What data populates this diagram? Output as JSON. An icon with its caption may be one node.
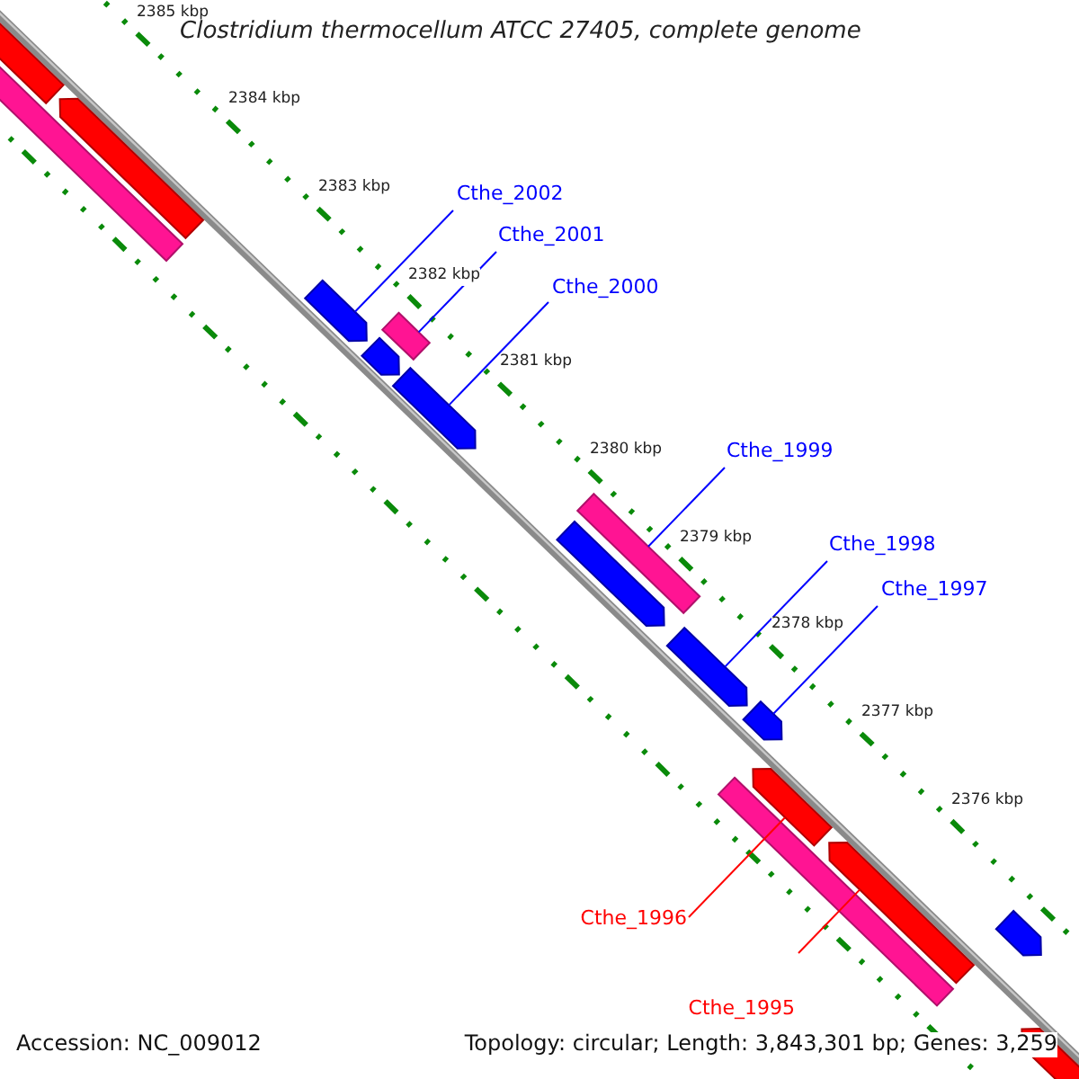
{
  "diagram": {
    "title": "Clostridium thermocellum ATCC 27405, complete genome",
    "nodes": [
      {
        "text": [
          "Cthe_2002"
        ]
      },
      {
        "text": [],
        "shape": "arrow"
      },
      {
        "text": [
          "Cthe_2001"
        ]
      },
      {
        "text": [],
        "shape": "bar"
      },
      {
        "text": [
          "Cthe_2000"
        ]
      },
      {
        "text": [],
        "shape": "arrow"
      },
      {
        "text": [
          "Cthe_1999"
        ]
      },
      {
        "text": [],
        "shape": "bar"
      },
      {
        "text": [
          "Cthe_1998"
        ]
      },
      {
        "text": [],
        "shape": "arrow"
      },
      {
        "text": [
          "Cthe_1997"
        ]
      },
      {
        "text": [],
        "shape": "arrow"
      },
      {
        "text": [
          "Cthe_1996"
        ]
      },
      {
        "text": [],
        "shape": "arrow"
      },
      {
        "text": [
          "Cthe_1995"
        ]
      },
      {
        "text": [],
        "shape": "arrow"
      },
      {
        "text": [],
        "shape": "bar"
      },
      {
        "text": [],
        "shape": "arrow"
      },
      {
        "text": [],
        "shape": "bar"
      },
      {
        "text": [],
        "shape": "arrow"
      },
      {
        "text": [],
        "shape": "arrow"
      },
      {
        "text": [],
        "shape": "bar"
      },
      {
        "text": [],
        "shape": "arrow"
      },
      {
        "text": [],
        "shape": "arrow"
      }
    ],
    "edges": [
      {
        "from": 0,
        "to": 1,
        "arrow": "none"
      },
      {
        "from": 2,
        "to": 3,
        "arrow": "none"
      },
      {
        "from": 4,
        "to": 5,
        "arrow": "none"
      },
      {
        "from": 6,
        "to": 7,
        "arrow": "none"
      },
      {
        "from": 8,
        "to": 9,
        "arrow": "none"
      },
      {
        "from": 10,
        "to": 11,
        "arrow": "none"
      },
      {
        "from": 12,
        "to": 13,
        "arrow": "none",
        "color": "#ff0000"
      },
      {
        "from": 14,
        "to": 15,
        "arrow": "none",
        "color": "#ff0000"
      }
    ],
    "labels": [
      "2385 kbp",
      "2384 kbp",
      "2383 kbp",
      "2382 kbp",
      "2381 kbp",
      "2380 kbp",
      "2379 kbp",
      "2378 kbp",
      "2377 kbp",
      "2376 kbp",
      "Accession: NC_009012",
      "Topology: circular; Length: 3,843,301 bp; Genes: 3,259"
    ]
  }
}
